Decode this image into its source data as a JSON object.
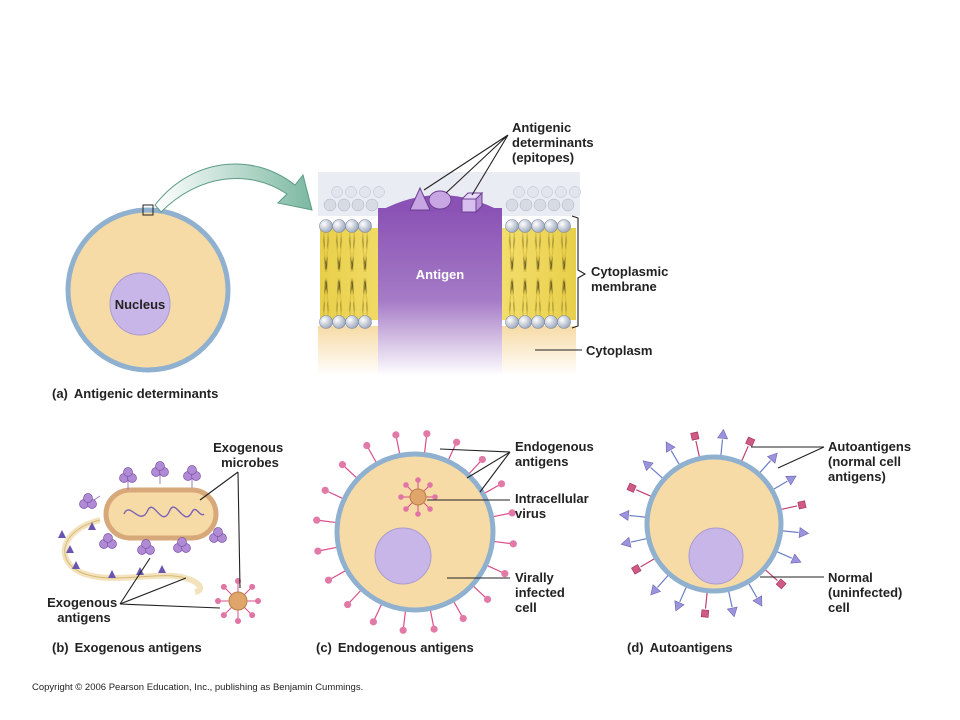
{
  "panel_a": {
    "caption_letter": "(a)",
    "caption": "Antigenic determinants",
    "nucleus_label": "Nucleus",
    "antigen_label": "Antigen",
    "epitopes_label": [
      "Antigenic",
      "determinants",
      "(epitopes)"
    ],
    "membrane_label": [
      "Cytoplasmic",
      "membrane"
    ],
    "cytoplasm_label": "Cytoplasm"
  },
  "panel_b": {
    "caption_letter": "(b)",
    "caption": "Exogenous antigens",
    "microbes_label": [
      "Exogenous",
      "microbes"
    ],
    "antigens_label": [
      "Exogenous",
      "antigens"
    ]
  },
  "panel_c": {
    "caption_letter": "(c)",
    "caption": "Endogenous antigens",
    "endogenous_label": [
      "Endogenous",
      "antigens"
    ],
    "virus_label": [
      "Intracellular",
      "virus"
    ],
    "cell_label": [
      "Virally",
      "infected",
      "cell"
    ]
  },
  "panel_d": {
    "caption_letter": "(d)",
    "caption": "Autoantigens",
    "auto_label": [
      "Autoantigens",
      "(normal cell",
      "antigens)"
    ],
    "cell_label": [
      "Normal",
      "(uninfected)",
      "cell"
    ]
  },
  "copyright": "Copyright © 2006 Pearson Education, Inc., publishing as Benjamin Cummings.",
  "colors": {
    "cytoplasm": "#f7dba6",
    "membrane": "#8fb0cf",
    "nucleus": "#c9b6e8",
    "antigen": "#8c5bb3",
    "lipid_head": "#c8cfdc",
    "lipid_tail": "#f5e06b",
    "pink": "#d94d8a",
    "arrow": "#8fc4b0"
  }
}
